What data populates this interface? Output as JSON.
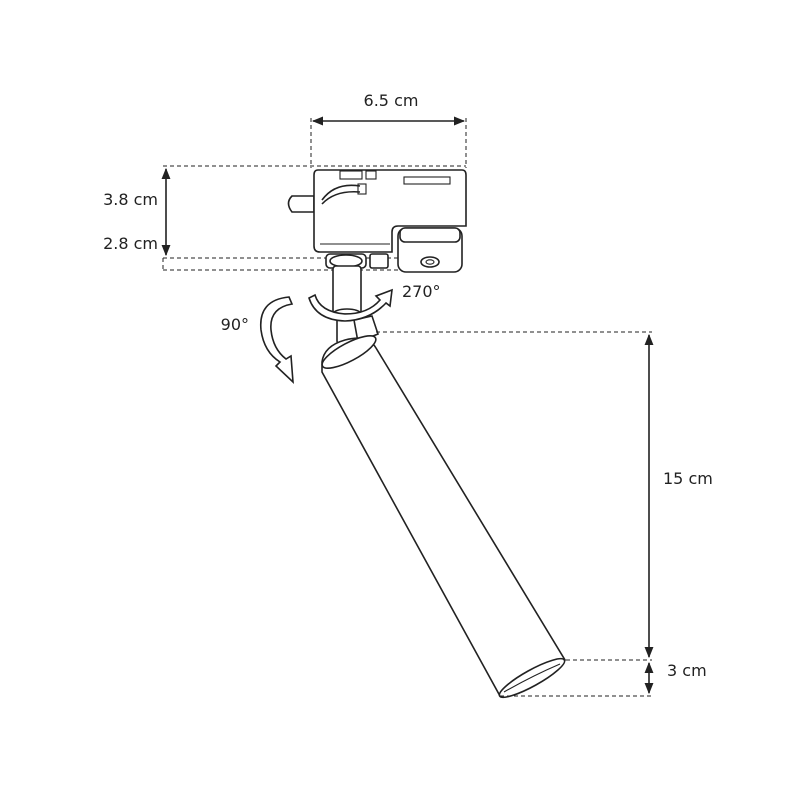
{
  "dimensions": {
    "width_label": "6.5 cm",
    "height_top_label": "3.8 cm",
    "height_bottom_label": "2.8 cm",
    "tube_length_label": "15 cm",
    "tube_diameter_label": "3 cm"
  },
  "rotations": {
    "tilt_label": "90°",
    "swivel_label": "270°"
  }
}
